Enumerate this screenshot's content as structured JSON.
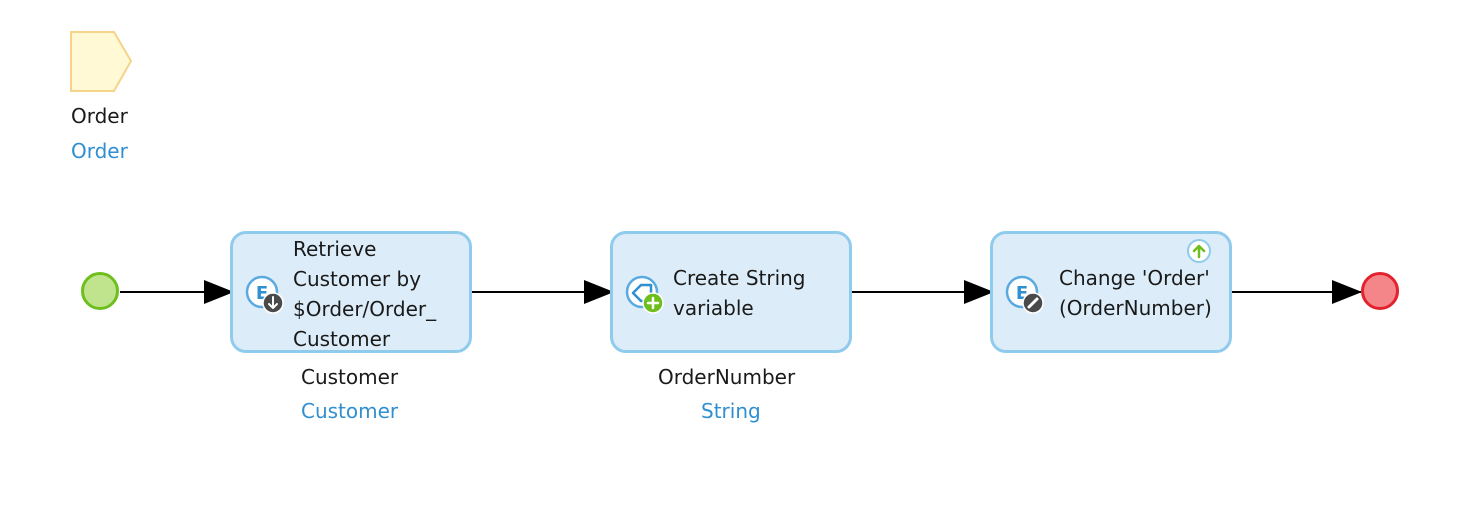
{
  "parameter": {
    "name": "Order",
    "type": "Order"
  },
  "activities": [
    {
      "label": "Retrieve Customer by $Order/Order_ Customer",
      "output_name": "Customer",
      "output_type": "Customer"
    },
    {
      "label": "Create String variable",
      "output_name": "OrderNumber",
      "output_type": "String"
    },
    {
      "label": "Change 'Order' (OrderNumber)"
    }
  ],
  "colors": {
    "start_fill": "#c0e48e",
    "start_stroke": "#6ebf1d",
    "end_fill": "#f4868a",
    "end_stroke": "#e2232e",
    "activity_fill": "#dcedf9",
    "activity_stroke": "#8fcbec",
    "type_text": "#2f8fd0",
    "parameter_fill": "#fff9d6",
    "parameter_stroke": "#f5d48a"
  }
}
